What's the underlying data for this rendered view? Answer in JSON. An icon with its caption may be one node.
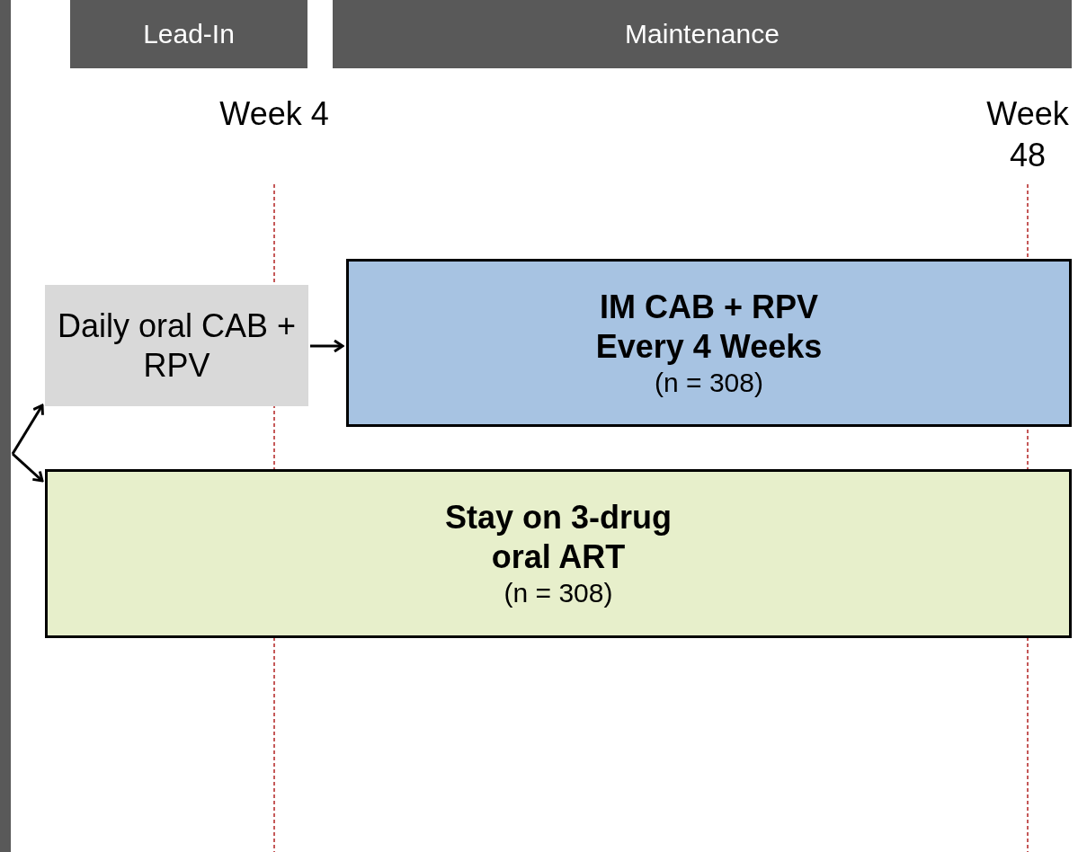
{
  "diagram": {
    "nodes": [
      {
        "text": [
          "Lead-In"
        ]
      },
      {
        "text": [
          "Maintenance"
        ]
      },
      {
        "text": [
          "Daily oral CAB + RPV"
        ]
      },
      {
        "text": [
          "IM CAB + RPV Every 4 Weeks",
          "(n = 308)"
        ]
      },
      {
        "text": [
          "Stay on 3-drug oral ART",
          "(n = 308)"
        ]
      }
    ],
    "edges": [
      {
        "from": 2,
        "to": 3,
        "arrow": "to"
      },
      {
        "from": null,
        "to": 2,
        "arrow": "to"
      },
      {
        "from": null,
        "to": 4,
        "arrow": "to"
      }
    ],
    "labels": [
      "Week 4",
      "Week 48"
    ]
  }
}
